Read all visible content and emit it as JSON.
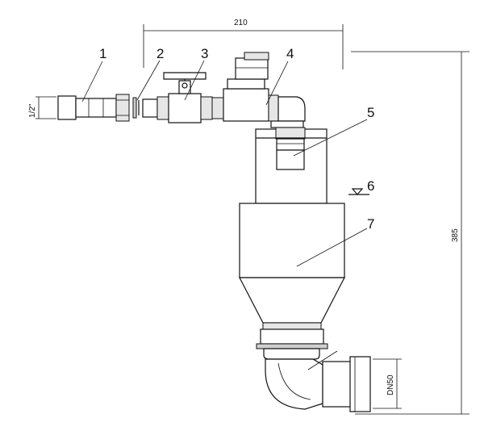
{
  "callouts": [
    "1",
    "2",
    "3",
    "4",
    "5",
    "6",
    "7"
  ],
  "dimensions": {
    "top_width": "210",
    "height": "385",
    "pipe_size": "DN50",
    "thread_size": "1/2\""
  }
}
